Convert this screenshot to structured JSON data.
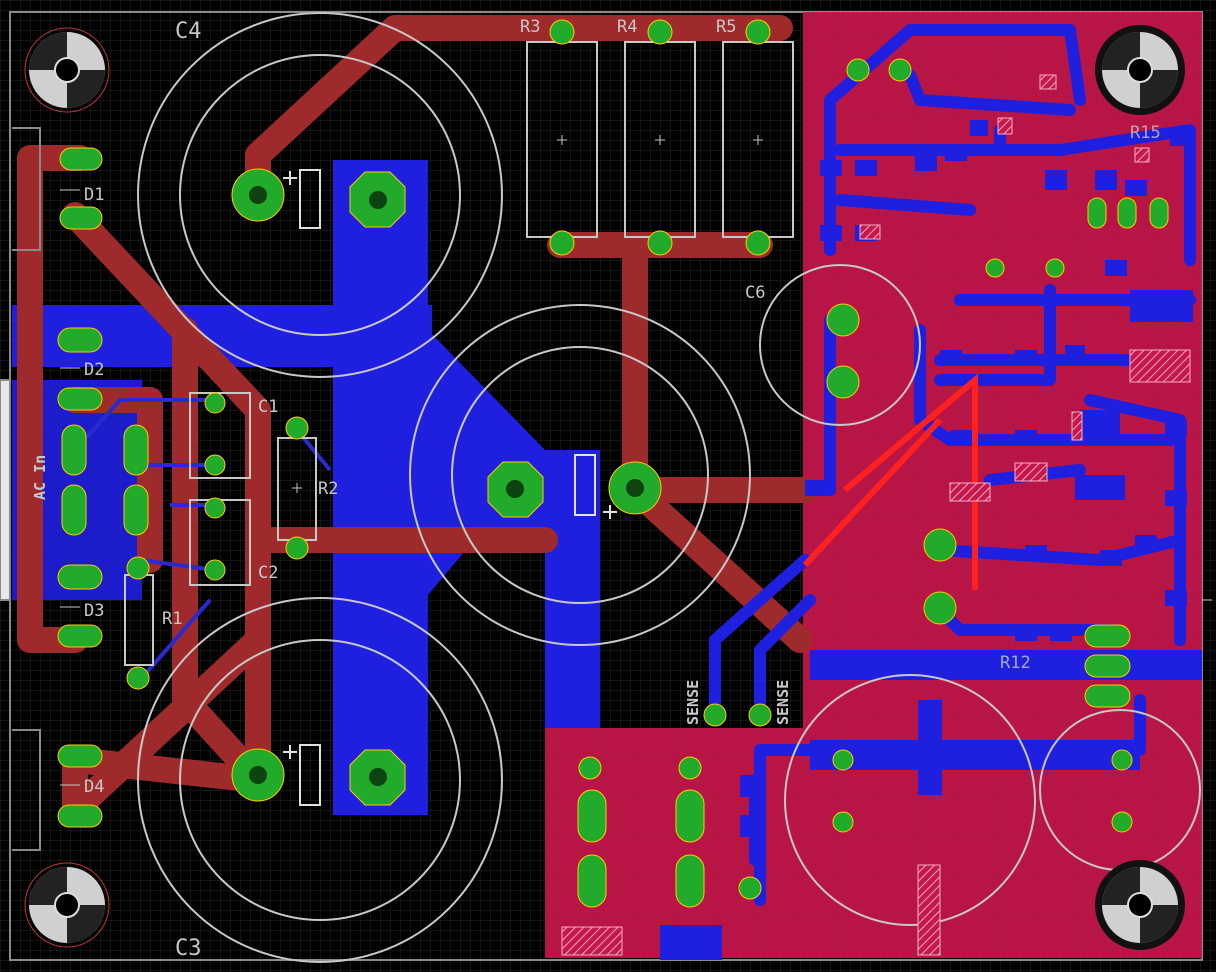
{
  "app": {
    "title": "PCB Layout Editor"
  },
  "colors": {
    "background": "#000000",
    "grid": "#1e1e1e",
    "top_copper": "#9e2a2b",
    "bottom_copper": "#1f1fe0",
    "top_pour": "#c8174d",
    "pads": "#22aa2a",
    "silkscreen": "#c8c8c8",
    "highlight_trace": "#ff2020"
  },
  "components": {
    "C1": "C1",
    "C2": "C2",
    "C3": "C3",
    "C4": "C4",
    "C6": "C6",
    "D1": "D1",
    "D2": "D2",
    "D3": "D3",
    "D4": "D4",
    "R1": "R1",
    "R2": "R2",
    "R3": "R3",
    "R4": "R4",
    "R5": "R5",
    "R12": "R12",
    "R15": "R15",
    "AC_IN": "AC In"
  },
  "nets": {
    "sense_left": "SENSE",
    "sense_right": "SENSE"
  }
}
